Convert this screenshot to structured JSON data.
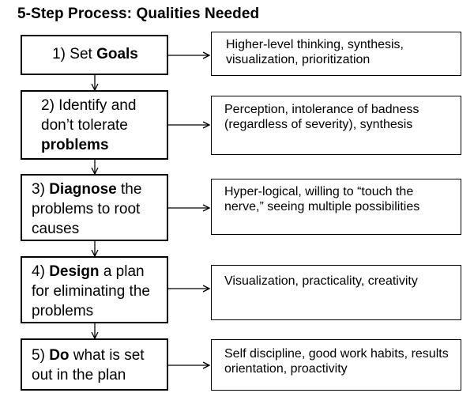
{
  "title": "5-Step Process: Qualities Needed",
  "steps": [
    {
      "lead": "1) Set ",
      "bold": "Goals",
      "tail": ""
    },
    {
      "lead": "2) Identify and don’t tolerate ",
      "bold": "problems",
      "tail": ""
    },
    {
      "lead": "3) ",
      "bold": "Diagnose",
      "tail": " the problems to root causes"
    },
    {
      "lead": "4) ",
      "bold": "Design",
      "tail": " a plan for eliminating the problems"
    },
    {
      "lead": "5) ",
      "bold": "Do",
      "tail": " what is set out in the plan"
    }
  ],
  "qualities": [
    "Higher-level thinking, synthesis, visualization, prioritization",
    "Perception, intolerance of badness (regardless of severity), synthesis",
    "Hyper-logical, willing to “touch the nerve,” seeing multiple possibilities",
    "Visualization, practicality, creativity",
    "Self discipline, good work habits, results orientation, proactivity"
  ]
}
